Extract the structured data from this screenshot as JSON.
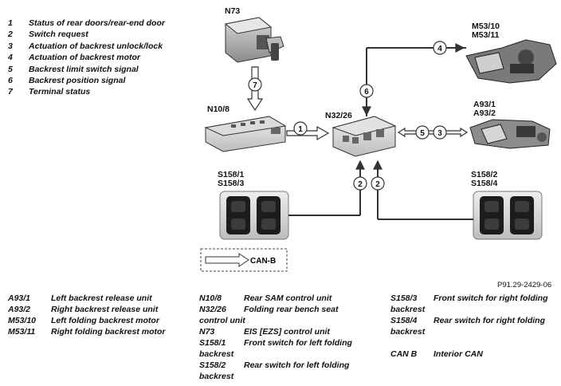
{
  "legend": [
    {
      "num": "1",
      "text": "Status of rear doors/rear-end door"
    },
    {
      "num": "2",
      "text": "Switch request"
    },
    {
      "num": "3",
      "text": "Actuation of backrest unlock/lock"
    },
    {
      "num": "4",
      "text": "Actuation of backrest motor"
    },
    {
      "num": "5",
      "text": "Backrest limit switch signal"
    },
    {
      "num": "6",
      "text": "Backrest position signal"
    },
    {
      "num": "7",
      "text": "Terminal status"
    }
  ],
  "components": {
    "n73": "N73",
    "n10_8": "N10/8",
    "n32_26": "N32/26",
    "m53_10": "M53/10",
    "m53_11": "M53/11",
    "a93_1": "A93/1",
    "a93_2": "A93/2",
    "s158_1": "S158/1",
    "s158_3": "S158/3",
    "s158_2": "S158/2",
    "s158_4": "S158/4"
  },
  "signals": {
    "s1": "1",
    "s2a": "2",
    "s2b": "2",
    "s3": "3",
    "s4": "4",
    "s5": "5",
    "s6": "6",
    "s7": "7"
  },
  "can_box": "CAN-B",
  "ref_code": "P91.29-2429-06",
  "glossary": {
    "col1": [
      {
        "k": "A93/1",
        "v": "Left backrest release unit"
      },
      {
        "k": "A93/2",
        "v": "Right backrest release unit"
      },
      {
        "k": "M53/10",
        "v": "Left folding backrest motor"
      },
      {
        "k": "M53/11",
        "v": "Right folding backrest motor"
      }
    ],
    "col2": {
      "n10_8_k": "N10/8",
      "n10_8_v": "Rear SAM control unit",
      "n32_26_k": "N32/26",
      "n32_26_v": "Folding rear bench seat",
      "n32_26_v2": "control unit",
      "n73_k": "N73",
      "n73_v": "EIS [EZS] control unit",
      "s158_1_k": "S158/1",
      "s158_1_v": "Front switch for left folding",
      "s158_1_v2": "backrest",
      "s158_2_k": "S158/2",
      "s158_2_v": "Rear switch for left folding",
      "s158_2_v2": "backrest"
    },
    "col3": {
      "s158_3_k": "S158/3",
      "s158_3_v": "Front switch for right folding",
      "s158_3_v2": "backrest",
      "s158_4_k": "S158/4",
      "s158_4_v": "Rear switch for right folding",
      "s158_4_v2": "backrest",
      "canb_k": "CAN B",
      "canb_v": "Interior CAN"
    }
  }
}
